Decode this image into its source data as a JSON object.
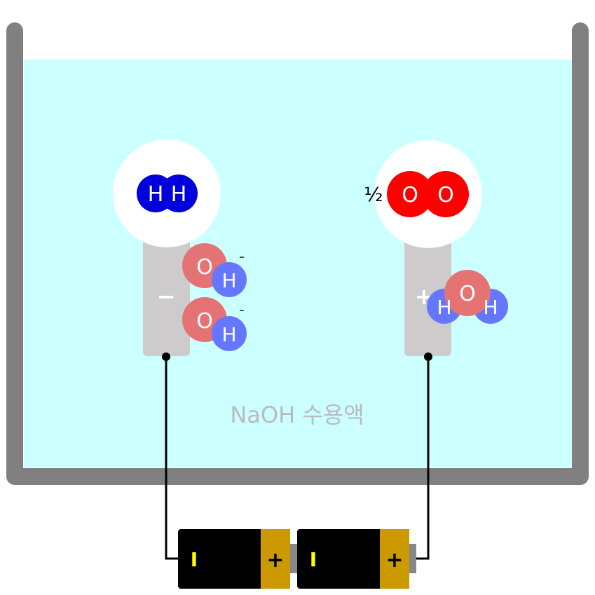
{
  "solution": {
    "label": "NaOH 수용액",
    "color": "#ccffff",
    "label_color": "#bbbbbb"
  },
  "container": {
    "color": "#808080"
  },
  "cathode": {
    "sign": "−",
    "color": "#cdcbcb",
    "product_molecule": {
      "atoms": [
        "H",
        "H"
      ],
      "color": "#0000dd"
    },
    "ions": [
      {
        "o": "O",
        "h": "H",
        "charge": "-"
      },
      {
        "o": "O",
        "h": "H",
        "charge": "-"
      }
    ]
  },
  "anode": {
    "sign": "+",
    "color": "#cdcbcb",
    "coefficient": "½",
    "product_molecule": {
      "atoms": [
        "O",
        "O"
      ],
      "color": "#ff0000"
    },
    "water": {
      "h_left": "H",
      "o": "O",
      "h_right": "H"
    }
  },
  "colors": {
    "oxygen_ion": "#e57373",
    "hydrogen_atom": "#6677ff",
    "wire": "#000000"
  },
  "batteries": [
    {
      "neg": "I",
      "pos": "+",
      "body": "#000000",
      "cap": "#cc9900",
      "neg_color": "#ffff00"
    },
    {
      "neg": "I",
      "pos": "+",
      "body": "#000000",
      "cap": "#cc9900",
      "neg_color": "#ffff00"
    }
  ]
}
